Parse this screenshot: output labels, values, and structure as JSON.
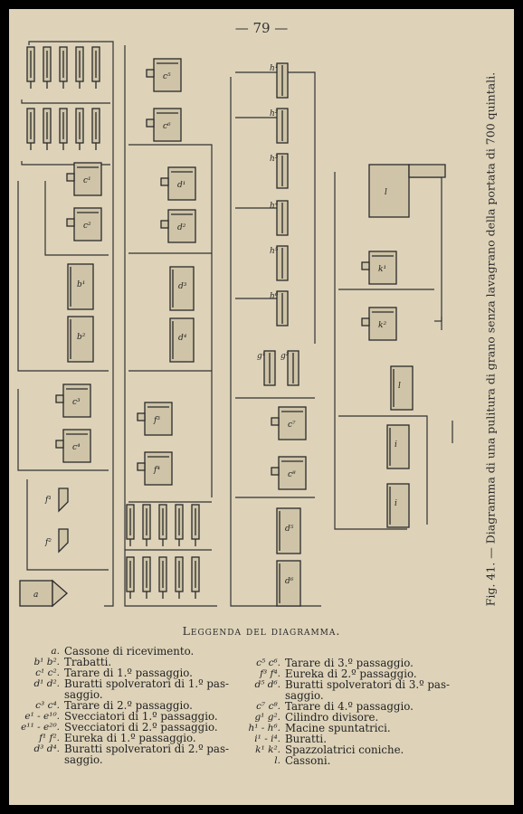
{
  "page_number": "— 79 —",
  "figure_caption": "Fig. 41. — Diagramma di una pulitura di grano senza lavagrano della portata di 700 quintali.",
  "legend_title": "Leggenda del diagramma.",
  "diagram_labels": {
    "tarare": [
      "c¹",
      "c²",
      "c³",
      "c⁴",
      "c⁵",
      "c⁶",
      "c⁷",
      "c⁸"
    ],
    "trabatti": [
      "b¹",
      "b²"
    ],
    "eureka": [
      "f¹",
      "f²",
      "f³",
      "f⁴"
    ],
    "buratti": [
      "d¹",
      "d²",
      "d³",
      "d⁴",
      "d⁵",
      "d⁶"
    ],
    "macine": [
      "h¹",
      "h²",
      "h³",
      "h⁴",
      "h⁵",
      "h⁶"
    ],
    "cassoni": [
      "l",
      "l"
    ],
    "spazzolatrici": [
      "k¹",
      "k²"
    ],
    "cilindri": [
      "g¹",
      "g²"
    ],
    "cassone": "a"
  },
  "legend_left": [
    {
      "key": "a.",
      "text": "Cassone di ricevimento."
    },
    {
      "key": "b¹ b².",
      "text": "Trabatti."
    },
    {
      "key": "c¹ c².",
      "text": "Tarare di 1.º passaggio."
    },
    {
      "key": "d¹ d².",
      "text": "Buratti spolveratori di 1.º pas-"
    },
    {
      "key": "",
      "text": "saggio."
    },
    {
      "key": "c³ c⁴.",
      "text": "Tarare di 2.º passaggio."
    },
    {
      "key": "e¹ - e¹⁰.",
      "text": "Svecciatori di 1.º passaggio."
    },
    {
      "key": "e¹¹ - e²⁰.",
      "text": "Svecciatori di 2.º passaggio."
    },
    {
      "key": "f¹ f².",
      "text": "Eureka di 1.º passaggio."
    },
    {
      "key": "d³ d⁴.",
      "text": "Buratti spolveratori di 2.º pas-"
    },
    {
      "key": "",
      "text": "saggio."
    }
  ],
  "legend_right": [
    {
      "key": "c⁵ c⁶.",
      "text": "Tarare di 3.º passaggio."
    },
    {
      "key": "f³ f⁴.",
      "text": "Eureka di 2.º passaggio."
    },
    {
      "key": "d⁵ d⁶.",
      "text": "Buratti spolveratori di 3.º pas-"
    },
    {
      "key": "",
      "text": "saggio."
    },
    {
      "key": "c⁷ c⁸.",
      "text": "Tarare di 4.º passaggio."
    },
    {
      "key": "g¹ g².",
      "text": "Cilindro divisore."
    },
    {
      "key": "h¹ - h⁶.",
      "text": "Macine spuntatrici."
    },
    {
      "key": "i¹ - i⁴.",
      "text": "Buratti."
    },
    {
      "key": "k¹ k².",
      "text": "Spazzolatrici coniche."
    },
    {
      "key": "l.",
      "text": "Cassoni."
    }
  ]
}
